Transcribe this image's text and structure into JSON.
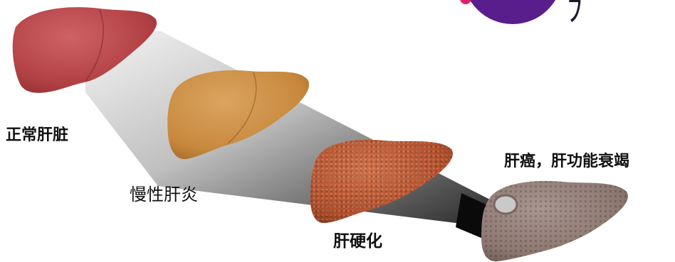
{
  "labels": {
    "normal_liver": "正常肝脏",
    "chronic_hepatitis": "慢性肝炎",
    "cirrhosis": "肝硬化",
    "liver_cancer_failure": "肝癌，肝功能衰竭"
  },
  "colors": {
    "normal_liver": "#b9464a",
    "chronic_hepatitis": "#c98a3e",
    "cirrhosis": "#b5532e",
    "cancer_liver": "#8f7a74",
    "progression_beam": "#333333",
    "logo_purple": "#5a1d8c",
    "logo_pink": "#e0226e"
  },
  "icons": {
    "arrow": "progression-arrow-icon",
    "logo": "purple-logo-icon"
  }
}
